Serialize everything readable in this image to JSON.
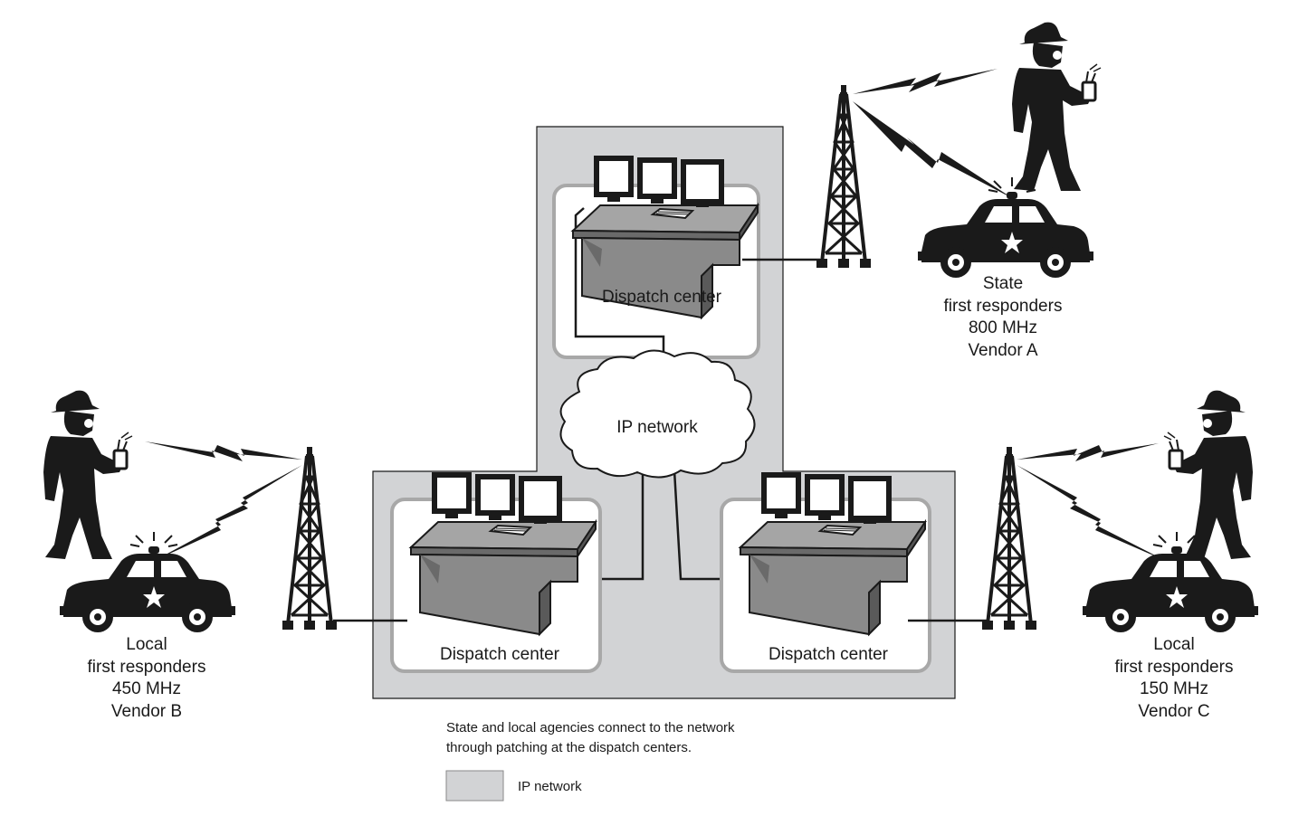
{
  "dispatch_centers": {
    "top": {
      "label": "Dispatch center"
    },
    "left": {
      "label": "Dispatch center"
    },
    "right": {
      "label": "Dispatch center"
    }
  },
  "network": {
    "label": "IP network"
  },
  "groups": {
    "state": {
      "lines": [
        "State",
        "first responders",
        "800 MHz",
        "Vendor A"
      ]
    },
    "local_b": {
      "lines": [
        "Local",
        "first responders",
        "450 MHz",
        "Vendor B"
      ]
    },
    "local_c": {
      "lines": [
        "Local",
        "first responders",
        "150 MHz",
        "Vendor C"
      ]
    }
  },
  "caption": {
    "line1": "State and local agencies connect to the network",
    "line2": "through patching at the dispatch centers."
  },
  "legend": {
    "label": "IP network",
    "swatch_color": "#d2d3d5"
  },
  "colors": {
    "network_fill": "#d2d3d5",
    "ink": "#1a1a1a",
    "box_border": "#a8a8a8"
  }
}
